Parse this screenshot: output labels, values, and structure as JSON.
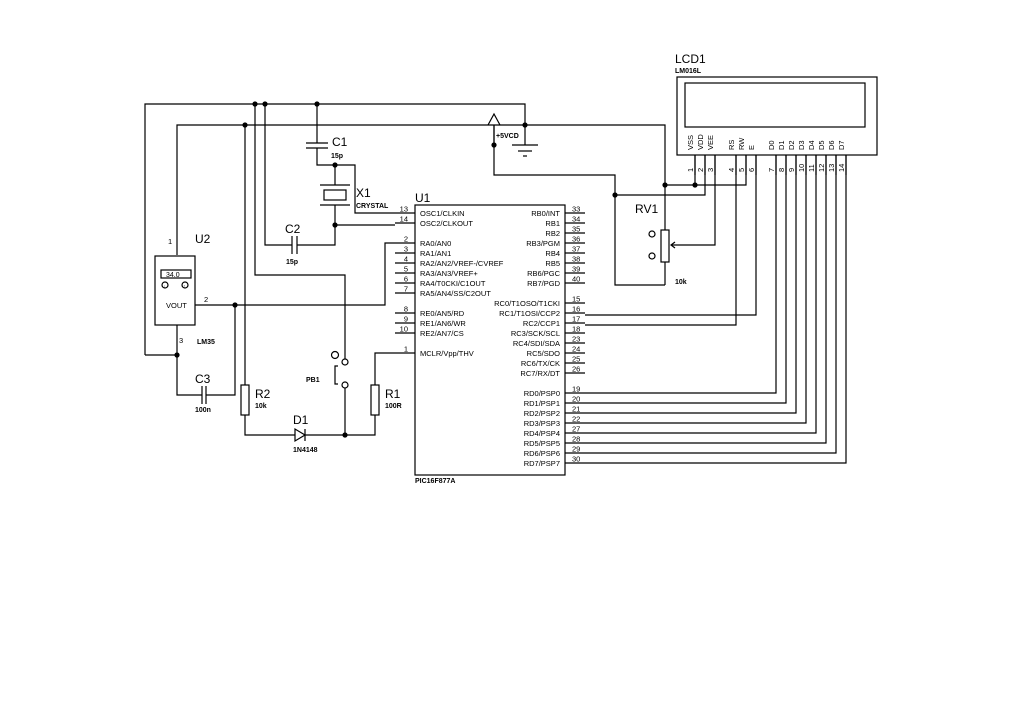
{
  "u1": {
    "ref": "U1",
    "part": "PIC16F877A",
    "left_pins": [
      {
        "num": "13",
        "name": "OSC1/CLKIN"
      },
      {
        "num": "14",
        "name": "OSC2/CLKOUT"
      },
      {
        "num": "2",
        "name": "RA0/AN0"
      },
      {
        "num": "3",
        "name": "RA1/AN1"
      },
      {
        "num": "4",
        "name": "RA2/AN2/VREF-/CVREF"
      },
      {
        "num": "5",
        "name": "RA3/AN3/VREF+"
      },
      {
        "num": "6",
        "name": "RA4/T0CKI/C1OUT"
      },
      {
        "num": "7",
        "name": "RA5/AN4/SS/C2OUT"
      },
      {
        "num": "8",
        "name": "RE0/AN5/RD"
      },
      {
        "num": "9",
        "name": "RE1/AN6/WR"
      },
      {
        "num": "10",
        "name": "RE2/AN7/CS"
      },
      {
        "num": "1",
        "name": "MCLR/Vpp/THV"
      }
    ],
    "right_pins": [
      {
        "num": "33",
        "name": "RB0/INT"
      },
      {
        "num": "34",
        "name": "RB1"
      },
      {
        "num": "35",
        "name": "RB2"
      },
      {
        "num": "36",
        "name": "RB3/PGM"
      },
      {
        "num": "37",
        "name": "RB4"
      },
      {
        "num": "38",
        "name": "RB5"
      },
      {
        "num": "39",
        "name": "RB6/PGC"
      },
      {
        "num": "40",
        "name": "RB7/PGD"
      },
      {
        "num": "15",
        "name": "RC0/T1OSO/T1CKI"
      },
      {
        "num": "16",
        "name": "RC1/T1OSI/CCP2"
      },
      {
        "num": "17",
        "name": "RC2/CCP1"
      },
      {
        "num": "18",
        "name": "RC3/SCK/SCL"
      },
      {
        "num": "23",
        "name": "RC4/SDI/SDA"
      },
      {
        "num": "24",
        "name": "RC5/SDO"
      },
      {
        "num": "25",
        "name": "RC6/TX/CK"
      },
      {
        "num": "26",
        "name": "RC7/RX/DT"
      },
      {
        "num": "19",
        "name": "RD0/PSP0"
      },
      {
        "num": "20",
        "name": "RD1/PSP1"
      },
      {
        "num": "21",
        "name": "RD2/PSP2"
      },
      {
        "num": "22",
        "name": "RD3/PSP3"
      },
      {
        "num": "27",
        "name": "RD4/PSP4"
      },
      {
        "num": "28",
        "name": "RD5/PSP5"
      },
      {
        "num": "29",
        "name": "RD6/PSP6"
      },
      {
        "num": "30",
        "name": "RD7/PSP7"
      }
    ]
  },
  "lcd": {
    "ref": "LCD1",
    "part": "LM016L",
    "pins": [
      {
        "num": "1",
        "name": "VSS"
      },
      {
        "num": "2",
        "name": "VDD"
      },
      {
        "num": "3",
        "name": "VEE"
      },
      {
        "num": "4",
        "name": "RS"
      },
      {
        "num": "5",
        "name": "RW"
      },
      {
        "num": "6",
        "name": "E"
      },
      {
        "num": "7",
        "name": "D0"
      },
      {
        "num": "8",
        "name": "D1"
      },
      {
        "num": "9",
        "name": "D2"
      },
      {
        "num": "10",
        "name": "D3"
      },
      {
        "num": "11",
        "name": "D4"
      },
      {
        "num": "12",
        "name": "D5"
      },
      {
        "num": "13",
        "name": "D6"
      },
      {
        "num": "14",
        "name": "D7"
      }
    ]
  },
  "u2": {
    "ref": "U2",
    "part": "LM35",
    "display": "34.0",
    "vout": "VOUT",
    "pin1": "1",
    "pin2": "2",
    "pin3": "3"
  },
  "c1": {
    "ref": "C1",
    "value": "15p"
  },
  "c2": {
    "ref": "C2",
    "value": "15p"
  },
  "c3": {
    "ref": "C3",
    "value": "100n"
  },
  "x1": {
    "ref": "X1",
    "value": "CRYSTAL"
  },
  "r1": {
    "ref": "R1",
    "value": "100R"
  },
  "r2": {
    "ref": "R2",
    "value": "10k"
  },
  "d1": {
    "ref": "D1",
    "value": "1N4148"
  },
  "pb1": {
    "ref": "PB1"
  },
  "rv1": {
    "ref": "RV1",
    "value": "10k"
  },
  "power": {
    "label": "+5VCD"
  }
}
